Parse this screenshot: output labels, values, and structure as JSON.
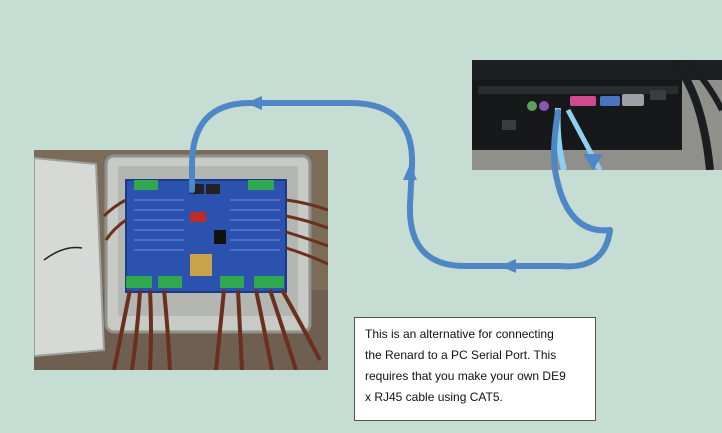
{
  "note": {
    "lines": [
      "This is an alternative for connecting",
      "the Renard to a PC Serial Port.  This",
      "requires that you make your own DE9",
      "x RJ45 cable using CAT5."
    ]
  },
  "photos": {
    "left": "photo-renard-controller-in-enclosure",
    "right": "photo-pc-rear-serial-port"
  },
  "colors": {
    "background": "#c6ddd3",
    "arrow": "#4f86c6",
    "board": "#2c52b0",
    "cable": "#8fd0ef"
  }
}
